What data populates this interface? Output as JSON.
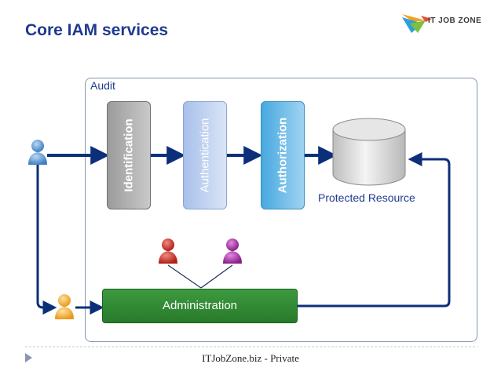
{
  "slide": {
    "title": "Core IAM services",
    "logo_text": "IT JOB ZONE",
    "footer": "ITJobZone.biz - Private"
  },
  "diagram": {
    "audit_label": "Audit",
    "stages": {
      "identification": "Identification",
      "authentication": "Authentication",
      "authorization": "Authorization"
    },
    "resource_label": "Protected Resource",
    "administration_label": "Administration"
  },
  "icons": [
    "user-blue-icon",
    "user-orange-icon",
    "admin-red-icon",
    "admin-purple-icon",
    "database-icon",
    "logo-bird-icon",
    "bullet-triangle-icon"
  ],
  "colors": {
    "title": "#1f3a8f",
    "arrow": "#0c2f7a",
    "identification": "#9b9b9b",
    "authentication": "#c8d8f3",
    "authorization": "#48a9df",
    "administration": "#2e8a31",
    "audit_border": "#8596b0"
  }
}
